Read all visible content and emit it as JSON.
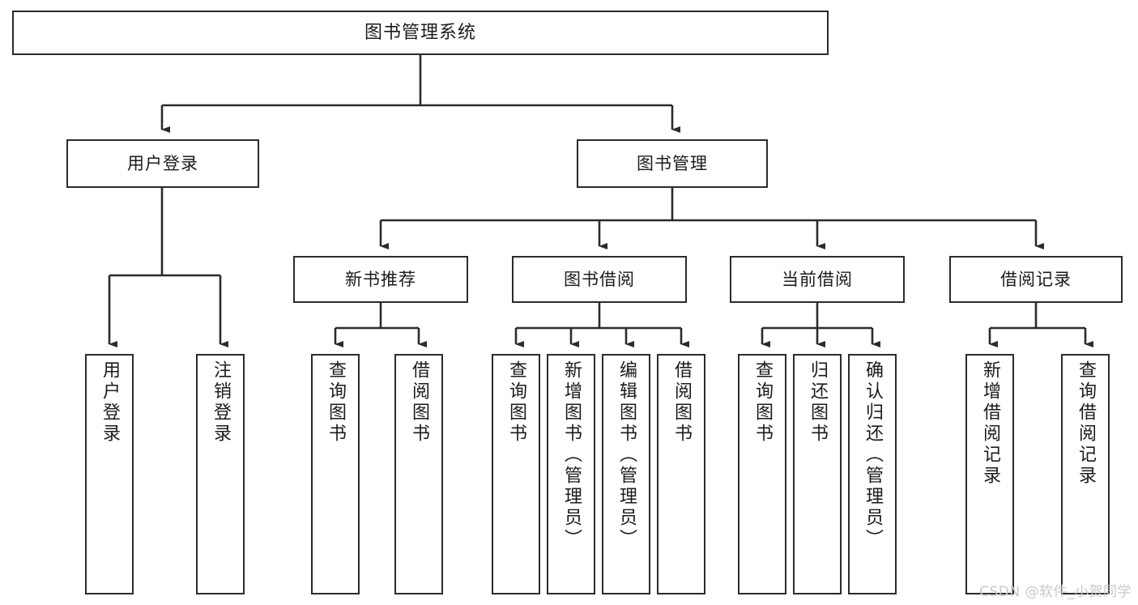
{
  "diagram": {
    "type": "tree",
    "title": "图书管理系统",
    "root": {
      "label": "图书管理系统"
    },
    "level2": [
      {
        "label": "用户登录"
      },
      {
        "label": "图书管理"
      }
    ],
    "level3": [
      {
        "label": "新书推荐"
      },
      {
        "label": "图书借阅"
      },
      {
        "label": "当前借阅"
      },
      {
        "label": "借阅记录"
      }
    ],
    "leaves": {
      "user_login": [
        {
          "label": "用户登录"
        },
        {
          "label": "注销登录"
        }
      ],
      "new_book_recommend": [
        {
          "label": "查询图书"
        },
        {
          "label": "借阅图书"
        }
      ],
      "book_borrow": [
        {
          "label": "查询图书"
        },
        {
          "label": "新增图书（管理员）"
        },
        {
          "label": "编辑图书（管理员）"
        },
        {
          "label": "借阅图书"
        }
      ],
      "current_borrow": [
        {
          "label": "查询图书"
        },
        {
          "label": "归还图书"
        },
        {
          "label": "确认归还（管理员）"
        }
      ],
      "borrow_record": [
        {
          "label": "新增借阅记录"
        },
        {
          "label": "查询借阅记录"
        }
      ]
    }
  },
  "watermark": {
    "text": "CSDN @软件_小贺同学"
  },
  "colors": {
    "border": "#2b2b2b",
    "text": "#1b1b1b",
    "background": "#ffffff",
    "watermark": "#c9c9c9"
  }
}
